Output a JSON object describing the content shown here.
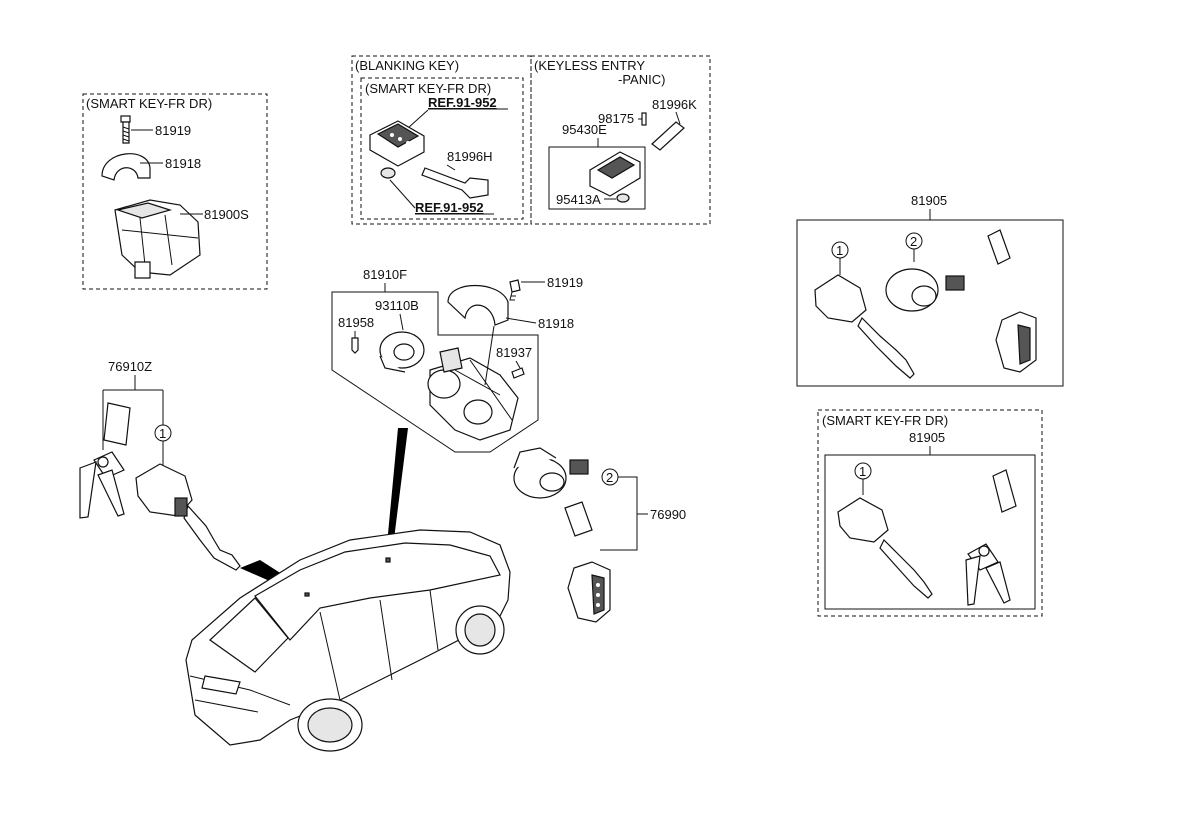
{
  "boxes": {
    "smart_key_fr_dr_left": "(SMART KEY-FR DR)",
    "blanking_key": "(BLANKING KEY)",
    "smart_key_fr_dr_inner": "(SMART KEY-FR DR)",
    "keyless_entry_line1": "(KEYLESS ENTRY",
    "keyless_entry_line2": "-PANIC)",
    "smart_key_fr_dr_right": "(SMART KEY-FR DR)"
  },
  "parts": {
    "p81919_left": "81919",
    "p81918_left": "81918",
    "p81900S": "81900S",
    "ref_top": "REF.91-952",
    "ref_bottom": "REF.91-952",
    "p81996H": "81996H",
    "p98175": "98175",
    "p81996K": "81996K",
    "p95430E": "95430E",
    "p95413A": "95413A",
    "p81905_top": "81905",
    "p81905_bottom": "81905",
    "p81910F": "81910F",
    "p81919_center": "81919",
    "p93110B": "93110B",
    "p81958": "81958",
    "p81918_center": "81918",
    "p81937": "81937",
    "p76910Z": "76910Z",
    "p76990": "76990"
  },
  "callouts": {
    "one": "1",
    "two": "2"
  },
  "colors": {
    "line": "#111111",
    "background": "#ffffff"
  }
}
